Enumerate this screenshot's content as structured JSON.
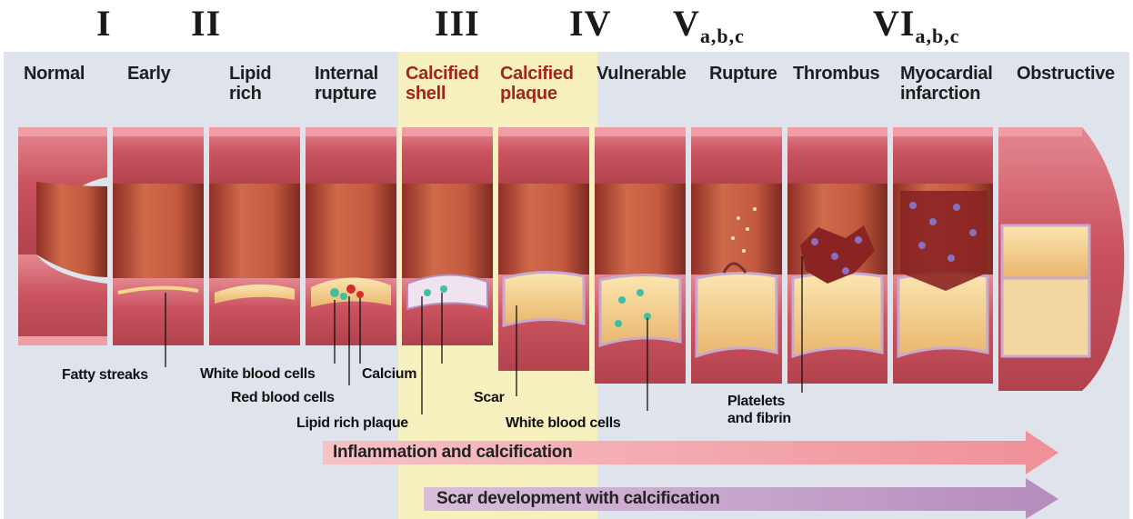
{
  "stage_numerals": {
    "i": "I",
    "ii": "II",
    "iii": "III",
    "iv": "IV",
    "v": "V",
    "v_sub": "a,b,c",
    "vi": "VI",
    "vi_sub": "a,b,c"
  },
  "stage_labels": {
    "normal": "Normal",
    "early": "Early",
    "lipid_rich": [
      "Lipid",
      "rich"
    ],
    "internal_rupture": [
      "Internal",
      "rupture"
    ],
    "calcified_shell": [
      "Calcified",
      "shell"
    ],
    "calcified_plaque": [
      "Calcified",
      "plaque"
    ],
    "vulnerable": "Vulnerable",
    "rupture": "Rupture",
    "thrombus": "Thrombus",
    "myocardial_infarction": [
      "Myocardial",
      "infarction"
    ],
    "obstructive": "Obstructive"
  },
  "callouts": {
    "fatty_streaks": "Fatty streaks",
    "white_blood_cells_1": "White blood cells",
    "calcium": "Calcium",
    "red_blood_cells": "Red blood cells",
    "lipid_rich_plaque": "Lipid rich plaque",
    "scar": "Scar",
    "white_blood_cells_2": "White blood cells",
    "platelets_and_fibrin": [
      "Platelets",
      "and fibrin"
    ]
  },
  "arrows": {
    "inflammation": "Inflammation and calcification",
    "scar_development": "Scar development with calcification"
  },
  "colors": {
    "panel_background": "#dfe3ec",
    "calcified_highlight": "#f7f1c0",
    "calcified_label": "#a3251c",
    "vessel_wall": "#d0606b",
    "lumen": "#b9493c",
    "plaque": "#f2cc8c",
    "inflammation_arrow": "#f4a8ad",
    "scar_arrow": "#c9a8cf"
  }
}
